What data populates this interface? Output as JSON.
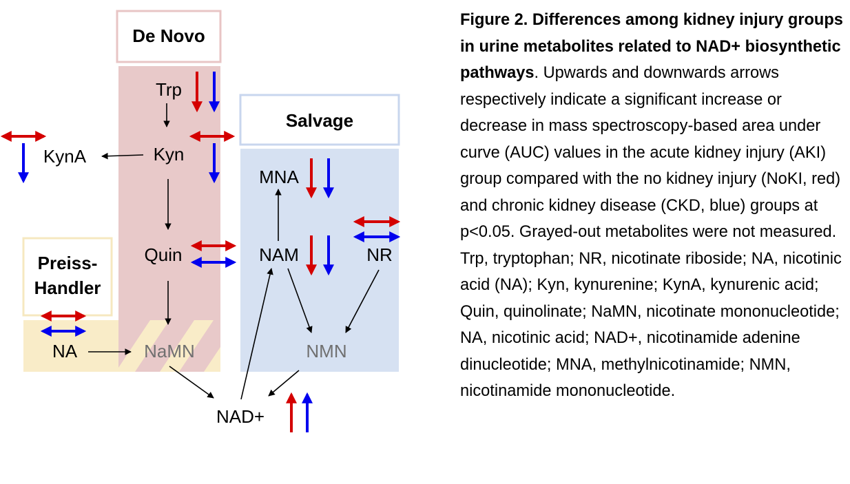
{
  "diagram": {
    "sections": {
      "de_novo": "De Novo",
      "salvage": "Salvage",
      "preiss_handler_line1": "Preiss-",
      "preiss_handler_line2": "Handler"
    },
    "metabolites": {
      "trp": "Trp",
      "kyn": "Kyn",
      "kyna": "KynA",
      "quin": "Quin",
      "na": "NA",
      "namn": "NaMN",
      "mna": "MNA",
      "nam": "NAM",
      "nr": "NR",
      "nmn": "NMN",
      "nad": "NAD+"
    },
    "colors": {
      "de_novo_fill": "#e8c9c9",
      "de_novo_border": "#e8c5c5",
      "salvage_fill": "#d6e1f2",
      "salvage_border": "#c8d6ee",
      "preiss_fill": "#f9ecc8",
      "preiss_border": "#f6e8c0",
      "noki_red": "#d40000",
      "ckd_blue": "#0000ee",
      "not_measured_grey": "#707070"
    },
    "changes": [
      {
        "metabolite": "Trp",
        "vs_noki": "down",
        "vs_ckd": "down"
      },
      {
        "metabolite": "Kyn",
        "vs_noki": "none",
        "vs_ckd": "down"
      },
      {
        "metabolite": "KynA",
        "vs_noki": "none",
        "vs_ckd": "down"
      },
      {
        "metabolite": "Quin",
        "vs_noki": "none",
        "vs_ckd": "none"
      },
      {
        "metabolite": "NA",
        "vs_noki": "none",
        "vs_ckd": "none"
      },
      {
        "metabolite": "MNA",
        "vs_noki": "down",
        "vs_ckd": "down"
      },
      {
        "metabolite": "NAM",
        "vs_noki": "down",
        "vs_ckd": "down"
      },
      {
        "metabolite": "NR",
        "vs_noki": "none",
        "vs_ckd": "none"
      },
      {
        "metabolite": "NAD+",
        "vs_noki": "up",
        "vs_ckd": "up"
      }
    ]
  },
  "caption": {
    "title": "Figure 2. Differences among kidney injury groups in urine metabolites related to NAD+ biosynthetic pathways",
    "body": ". Upwards and downwards arrows respectively indicate a significant increase or decrease in mass spectroscopy-based area under curve (AUC) values in the acute kidney injury (AKI) group compared with the no kidney injury (NoKI, red) and chronic kidney disease (CKD, blue) groups at p<0.05. Grayed-out metabolites were not measured. Trp, tryptophan; NR, nicotinate riboside; NA, nicotinic acid (NA); Kyn, kynurenine; KynA, kynurenic acid; Quin, quinolinate; NaMN, nicotinate mononucleotide; NA, nicotinic acid; NAD+, nicotinamide adenine dinucleotide; MNA, methylnicotinamide; NMN, nicotinamide mononucleotide."
  }
}
